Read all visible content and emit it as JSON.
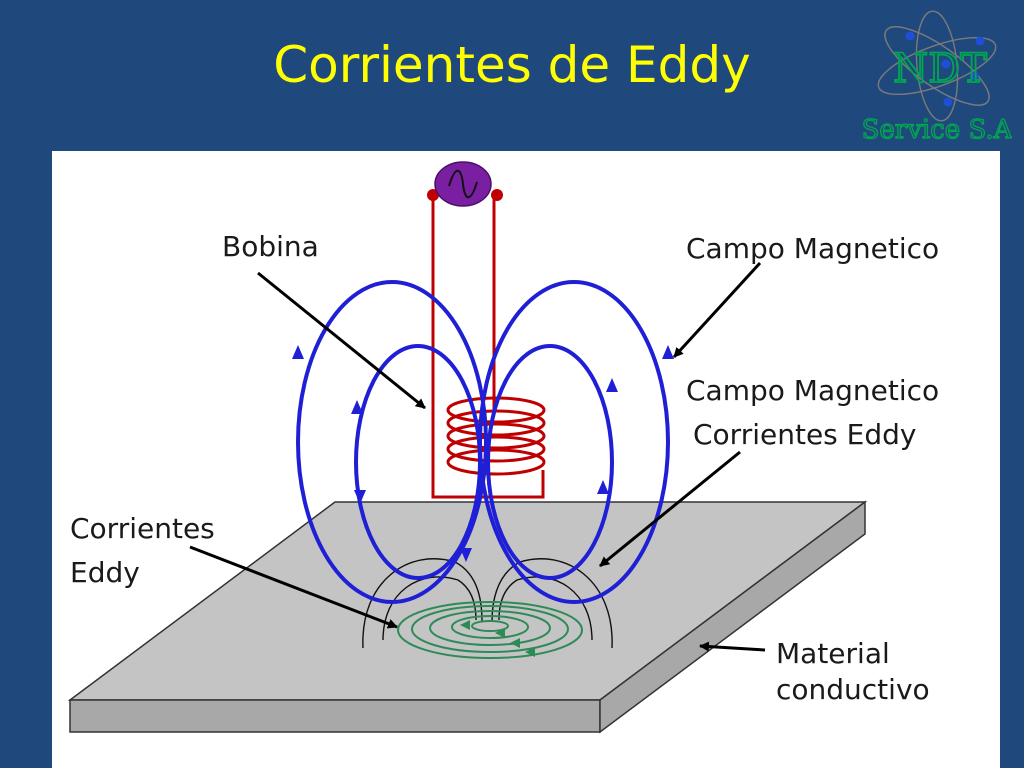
{
  "slide": {
    "title": "Corrientes de Eddy",
    "logo": {
      "line1": "NDT",
      "line2": "Service S.A"
    }
  },
  "labels": {
    "coil": "Bobina",
    "magnetic_field": "Campo Magnetico",
    "eddy_field_line1": "Campo Magnetico",
    "eddy_field_line2": "Corrientes Eddy",
    "eddy_currents_line1": "Corrientes",
    "eddy_currents_line2": "Eddy",
    "material_line1": "Material",
    "material_line2": "conductivo"
  },
  "source": {
    "icon": "ac-sine-wave-icon"
  },
  "colors": {
    "background": "#1f497d",
    "title": "#ffff00",
    "coil": "#c00000",
    "field_lines": "#1f1fd6",
    "eddy_currents": "#2e8b57",
    "plate_top": "#c4c4c4",
    "plate_side": "#a8a8a8",
    "source": "#7b1fa2",
    "logo": "#00a651"
  }
}
